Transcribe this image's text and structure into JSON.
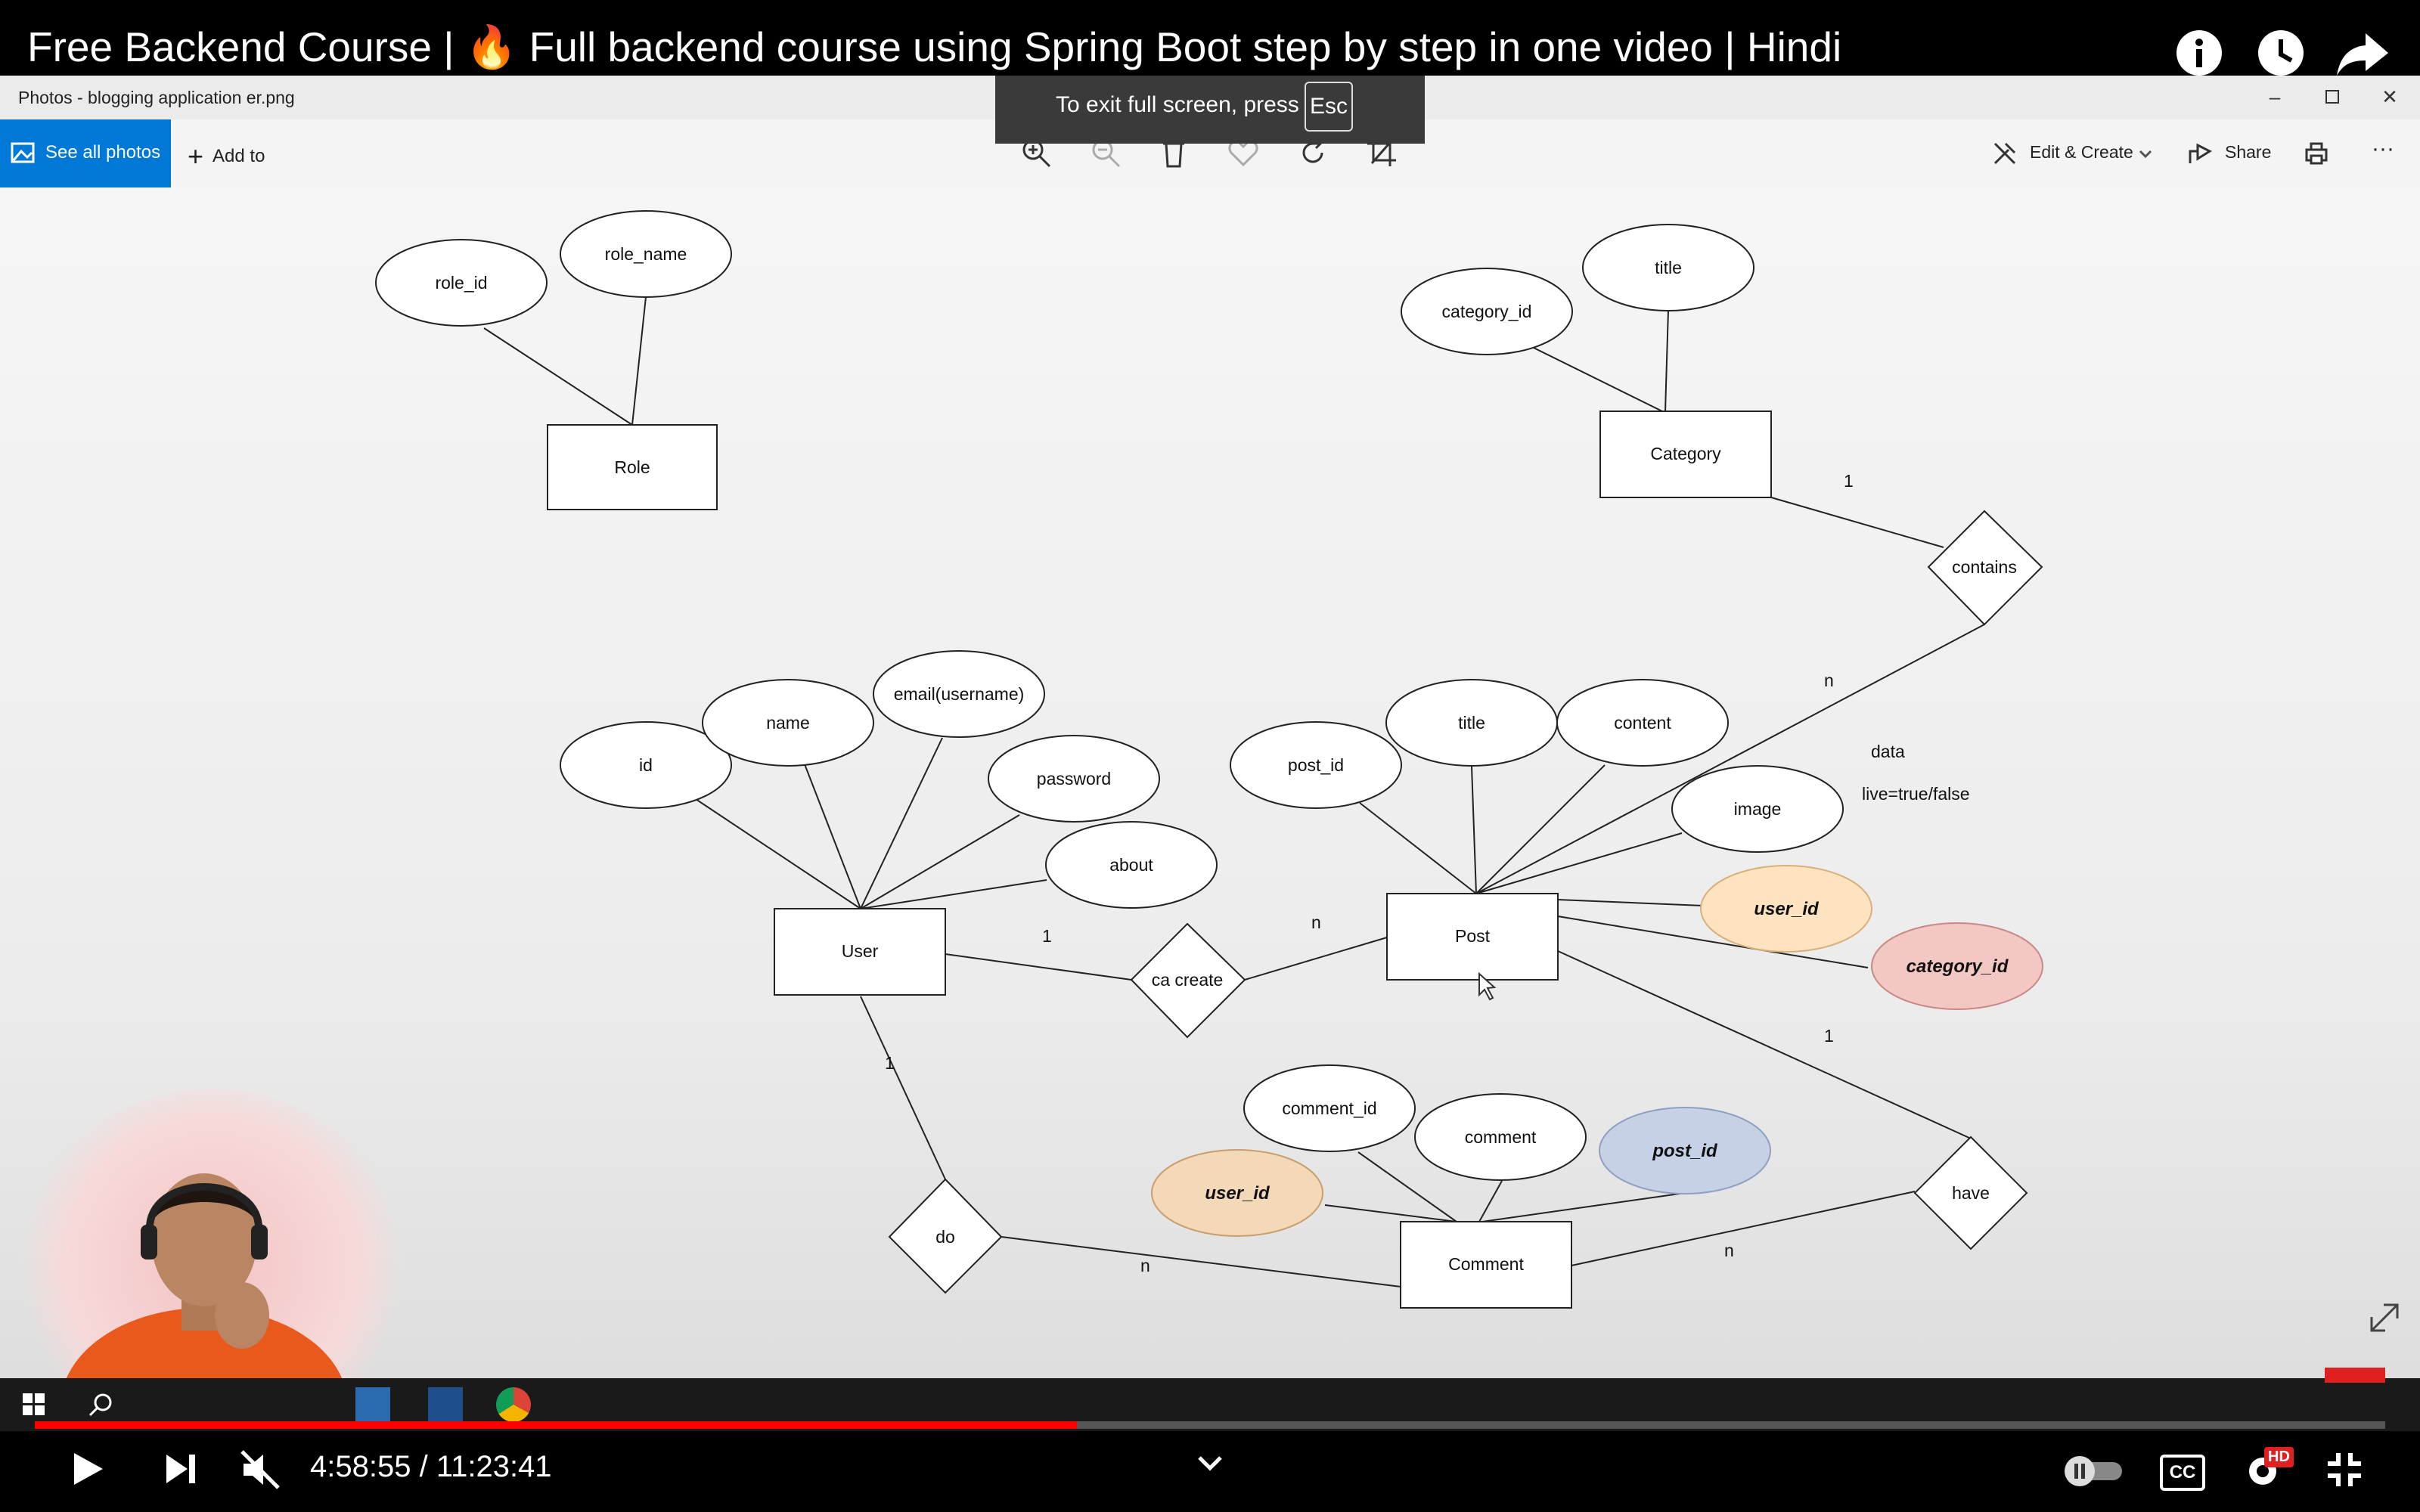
{
  "video": {
    "title": "Free Backend Course | 🔥 Full backend course using Spring Boot step by step in one video | Hindi",
    "time_current": "4:58:55",
    "time_sep": " / ",
    "time_total": "11:23:41",
    "progress": 0.4433,
    "hd_badge": "HD",
    "cc_label": "CC"
  },
  "photos_app": {
    "window_title": "Photos - blogging application er.png",
    "see_all_label": "See all photos",
    "add_to_label": "Add to",
    "edit_create_label": "Edit & Create",
    "share_label": "Share",
    "more_label": "···"
  },
  "fullscreen_toast": {
    "text": "To exit full screen, press",
    "key": "Esc"
  },
  "er_diagram": {
    "entities": {
      "role": "Role",
      "category": "Category",
      "user": "User",
      "post": "Post",
      "comment": "Comment"
    },
    "attributes": {
      "role_id": "role_id",
      "role_name": "role_name",
      "category_id": "category_id",
      "category_title": "title",
      "user_id": "id",
      "user_name": "name",
      "user_email": "email(username)",
      "user_password": "password",
      "user_about": "about",
      "post_id": "post_id",
      "post_title": "title",
      "post_content": "content",
      "post_image": "image",
      "post_fk_user": "user_id",
      "post_fk_category": "category_id",
      "comment_id": "comment_id",
      "comment_text": "comment",
      "comment_fk_post": "post_id",
      "comment_fk_user": "user_id"
    },
    "relationships": {
      "contains": "contains",
      "create": "ca create",
      "do": "do",
      "have": "have"
    },
    "cardinalities": {
      "category_contains": "1",
      "contains_post": "n",
      "user_create": "1",
      "create_post": "n",
      "user_do": "1",
      "do_comment": "n",
      "post_have": "1",
      "have_comment": "n"
    },
    "notes": {
      "data": "data",
      "live": "live=true/false"
    }
  },
  "colors": {
    "fk_user_fill": "#fde3c0",
    "fk_category_fill": "#f3c7c4",
    "fk_post_fill": "#c6d1e6",
    "fk_user_comment_fill": "#f4d9b9",
    "accent": "#0078d7",
    "progress": "#ff0000"
  }
}
